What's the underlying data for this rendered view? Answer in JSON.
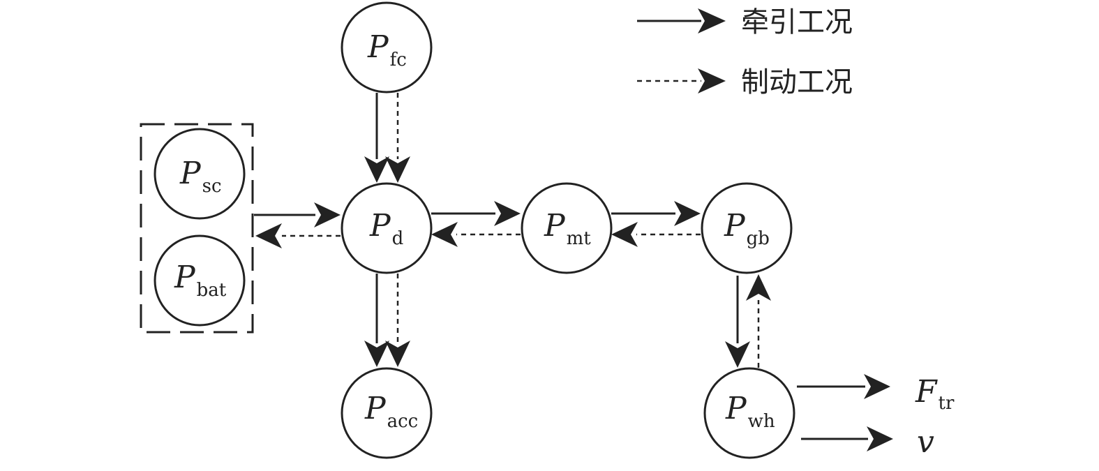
{
  "nodes": {
    "fc": {
      "symbol": "P",
      "sub": "fc"
    },
    "sc": {
      "symbol": "P",
      "sub": "sc"
    },
    "bat": {
      "symbol": "P",
      "sub": "bat"
    },
    "d": {
      "symbol": "P",
      "sub": "d"
    },
    "mt": {
      "symbol": "P",
      "sub": "mt"
    },
    "gb": {
      "symbol": "P",
      "sub": "gb"
    },
    "acc": {
      "symbol": "P",
      "sub": "acc"
    },
    "wh": {
      "symbol": "P",
      "sub": "wh"
    }
  },
  "outputs": {
    "force": {
      "symbol": "F",
      "sub": "tr"
    },
    "velocity": {
      "symbol": "v"
    }
  },
  "legend": {
    "traction": "牵引工况",
    "braking": "制动工况"
  }
}
